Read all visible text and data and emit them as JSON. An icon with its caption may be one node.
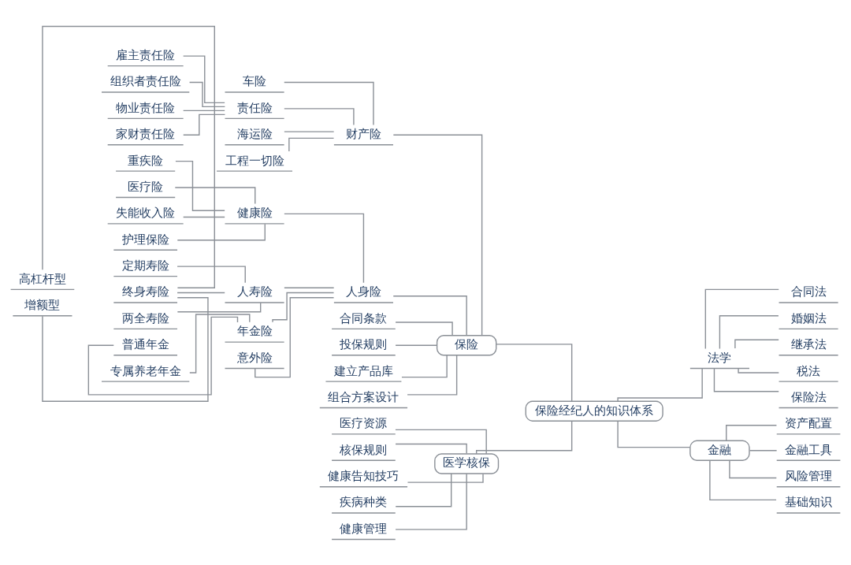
{
  "diagram": {
    "nodes": [
      {
        "text": [
          "保险经纪人的知识体系"
        ]
      },
      {
        "text": [
          "保险"
        ]
      },
      {
        "text": [
          "财产险"
        ]
      },
      {
        "text": [
          "车险"
        ]
      },
      {
        "text": [
          "责任险"
        ]
      },
      {
        "text": [
          "雇主责任险"
        ]
      },
      {
        "text": [
          "组织者责任险"
        ]
      },
      {
        "text": [
          "物业责任险"
        ]
      },
      {
        "text": [
          "家财责任险"
        ]
      },
      {
        "text": [
          "海运险"
        ]
      },
      {
        "text": [
          "工程一切险"
        ]
      },
      {
        "text": [
          "人身险"
        ]
      },
      {
        "text": [
          "健康险"
        ]
      },
      {
        "text": [
          "重疾险"
        ]
      },
      {
        "text": [
          "医疗险"
        ]
      },
      {
        "text": [
          "失能收入险"
        ]
      },
      {
        "text": [
          "护理保险"
        ]
      },
      {
        "text": [
          "人寿险"
        ]
      },
      {
        "text": [
          "定期寿险"
        ]
      },
      {
        "text": [
          "终身寿险"
        ]
      },
      {
        "text": [
          "高杠杆型"
        ]
      },
      {
        "text": [
          "增额型"
        ]
      },
      {
        "text": [
          "两全寿险"
        ]
      },
      {
        "text": [
          "年金险"
        ]
      },
      {
        "text": [
          "普通年金"
        ]
      },
      {
        "text": [
          "专属养老年金"
        ]
      },
      {
        "text": [
          "意外险"
        ]
      },
      {
        "text": [
          "合同条款"
        ]
      },
      {
        "text": [
          "投保规则"
        ]
      },
      {
        "text": [
          "建立产品库"
        ]
      },
      {
        "text": [
          "组合方案设计"
        ]
      },
      {
        "text": [
          "医学核保"
        ]
      },
      {
        "text": [
          "医疗资源"
        ]
      },
      {
        "text": [
          "核保规则"
        ]
      },
      {
        "text": [
          "健康告知技巧"
        ]
      },
      {
        "text": [
          "疾病种类"
        ]
      },
      {
        "text": [
          "健康管理"
        ]
      },
      {
        "text": [
          "法学"
        ]
      },
      {
        "text": [
          "合同法"
        ]
      },
      {
        "text": [
          "婚姻法"
        ]
      },
      {
        "text": [
          "继承法"
        ]
      },
      {
        "text": [
          "税法"
        ]
      },
      {
        "text": [
          "保险法"
        ]
      },
      {
        "text": [
          "金融"
        ]
      },
      {
        "text": [
          "资产配置"
        ]
      },
      {
        "text": [
          "金融工具"
        ]
      },
      {
        "text": [
          "风险管理"
        ]
      },
      {
        "text": [
          "基础知识"
        ]
      }
    ],
    "edges": [
      {
        "from": 0,
        "to": 1,
        "arrow": "none"
      },
      {
        "from": 1,
        "to": 2,
        "arrow": "none"
      },
      {
        "from": 2,
        "to": 3,
        "arrow": "none"
      },
      {
        "from": 2,
        "to": 4,
        "arrow": "none"
      },
      {
        "from": 4,
        "to": 5,
        "arrow": "none"
      },
      {
        "from": 4,
        "to": 6,
        "arrow": "none"
      },
      {
        "from": 4,
        "to": 7,
        "arrow": "none"
      },
      {
        "from": 4,
        "to": 8,
        "arrow": "none"
      },
      {
        "from": 2,
        "to": 9,
        "arrow": "none"
      },
      {
        "from": 2,
        "to": 10,
        "arrow": "none"
      },
      {
        "from": 1,
        "to": 11,
        "arrow": "none"
      },
      {
        "from": 11,
        "to": 12,
        "arrow": "none"
      },
      {
        "from": 12,
        "to": 13,
        "arrow": "none"
      },
      {
        "from": 12,
        "to": 14,
        "arrow": "none"
      },
      {
        "from": 12,
        "to": 15,
        "arrow": "none"
      },
      {
        "from": 12,
        "to": 16,
        "arrow": "none"
      },
      {
        "from": 11,
        "to": 17,
        "arrow": "none"
      },
      {
        "from": 17,
        "to": 18,
        "arrow": "none"
      },
      {
        "from": 17,
        "to": 19,
        "arrow": "none"
      },
      {
        "from": 19,
        "to": 20,
        "arrow": "none"
      },
      {
        "from": 19,
        "to": 21,
        "arrow": "none"
      },
      {
        "from": 17,
        "to": 22,
        "arrow": "none"
      },
      {
        "from": 11,
        "to": 23,
        "arrow": "none"
      },
      {
        "from": 23,
        "to": 24,
        "arrow": "none"
      },
      {
        "from": 23,
        "to": 25,
        "arrow": "none"
      },
      {
        "from": 11,
        "to": 26,
        "arrow": "none"
      },
      {
        "from": 1,
        "to": 27,
        "arrow": "none"
      },
      {
        "from": 1,
        "to": 28,
        "arrow": "none"
      },
      {
        "from": 1,
        "to": 29,
        "arrow": "none"
      },
      {
        "from": 1,
        "to": 30,
        "arrow": "none"
      },
      {
        "from": 0,
        "to": 31,
        "arrow": "none"
      },
      {
        "from": 31,
        "to": 32,
        "arrow": "none"
      },
      {
        "from": 31,
        "to": 33,
        "arrow": "none"
      },
      {
        "from": 31,
        "to": 34,
        "arrow": "none"
      },
      {
        "from": 31,
        "to": 35,
        "arrow": "none"
      },
      {
        "from": 31,
        "to": 36,
        "arrow": "none"
      },
      {
        "from": 0,
        "to": 37,
        "arrow": "none"
      },
      {
        "from": 37,
        "to": 38,
        "arrow": "none"
      },
      {
        "from": 37,
        "to": 39,
        "arrow": "none"
      },
      {
        "from": 37,
        "to": 40,
        "arrow": "none"
      },
      {
        "from": 37,
        "to": 41,
        "arrow": "none"
      },
      {
        "from": 37,
        "to": 42,
        "arrow": "none"
      },
      {
        "from": 0,
        "to": 43,
        "arrow": "none"
      },
      {
        "from": 43,
        "to": 44,
        "arrow": "none"
      },
      {
        "from": 43,
        "to": 45,
        "arrow": "none"
      },
      {
        "from": 43,
        "to": 46,
        "arrow": "none"
      },
      {
        "from": 43,
        "to": 47,
        "arrow": "none"
      }
    ]
  }
}
